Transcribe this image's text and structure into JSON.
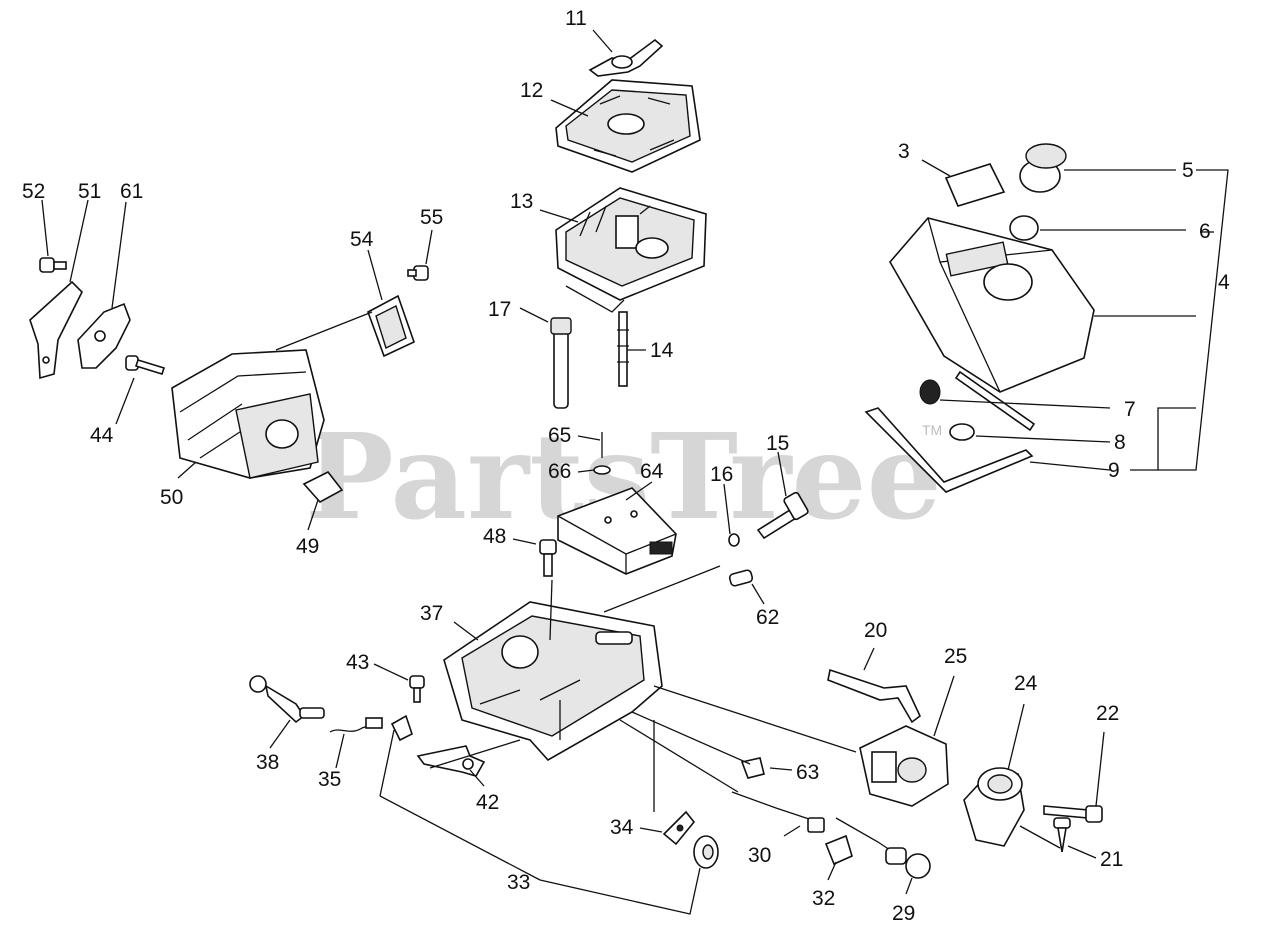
{
  "watermark": {
    "text": "PartsTree",
    "trademark": "TM"
  },
  "callouts": [
    {
      "id": "11",
      "text": "11"
    },
    {
      "id": "12",
      "text": "12"
    },
    {
      "id": "13",
      "text": "13"
    },
    {
      "id": "17",
      "text": "17"
    },
    {
      "id": "14",
      "text": "14"
    },
    {
      "id": "65",
      "text": "65"
    },
    {
      "id": "66",
      "text": "66"
    },
    {
      "id": "64",
      "text": "64"
    },
    {
      "id": "15",
      "text": "15"
    },
    {
      "id": "16",
      "text": "16"
    },
    {
      "id": "48",
      "text": "48"
    },
    {
      "id": "62",
      "text": "62"
    },
    {
      "id": "3",
      "text": "3"
    },
    {
      "id": "5",
      "text": "5"
    },
    {
      "id": "6",
      "text": "6"
    },
    {
      "id": "4",
      "text": "4"
    },
    {
      "id": "7",
      "text": "7"
    },
    {
      "id": "8",
      "text": "8"
    },
    {
      "id": "9",
      "text": "9"
    },
    {
      "id": "52",
      "text": "52"
    },
    {
      "id": "51",
      "text": "51"
    },
    {
      "id": "61",
      "text": "61"
    },
    {
      "id": "54",
      "text": "54"
    },
    {
      "id": "55",
      "text": "55"
    },
    {
      "id": "44",
      "text": "44"
    },
    {
      "id": "50",
      "text": "50"
    },
    {
      "id": "49",
      "text": "49"
    },
    {
      "id": "37",
      "text": "37"
    },
    {
      "id": "43",
      "text": "43"
    },
    {
      "id": "38",
      "text": "38"
    },
    {
      "id": "35",
      "text": "35"
    },
    {
      "id": "42",
      "text": "42"
    },
    {
      "id": "33",
      "text": "33"
    },
    {
      "id": "34",
      "text": "34"
    },
    {
      "id": "30",
      "text": "30"
    },
    {
      "id": "63",
      "text": "63"
    },
    {
      "id": "32",
      "text": "32"
    },
    {
      "id": "29",
      "text": "29"
    },
    {
      "id": "20",
      "text": "20"
    },
    {
      "id": "25",
      "text": "25"
    },
    {
      "id": "24",
      "text": "24"
    },
    {
      "id": "22",
      "text": "22"
    },
    {
      "id": "21",
      "text": "21"
    }
  ]
}
